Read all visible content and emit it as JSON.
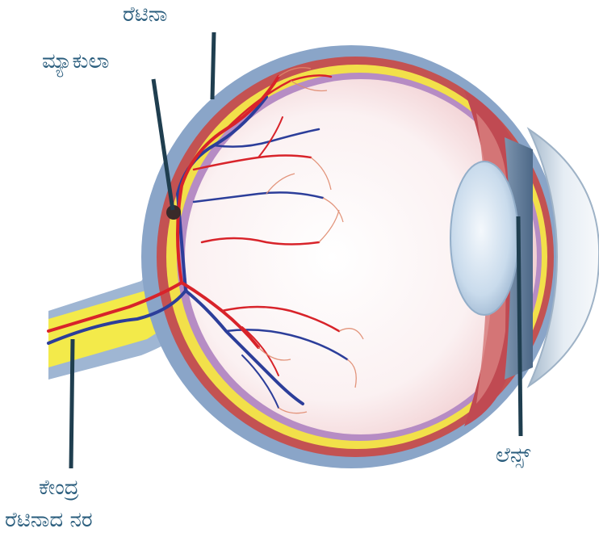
{
  "diagram": {
    "labels": {
      "retina": "ರೆಟಿನಾ",
      "macula": "ಮ್ಯಾಕುಲಾ",
      "lens": "ಲೆನ್ಸ್",
      "central_retinal_nerve_line1": "ಕೇಂದ್ರ",
      "central_retinal_nerve_line2": "ರೆಟಿನಾದ ನರ"
    },
    "colors": {
      "label_text": "#2a5d7d",
      "pointer_line": "#1f3e4f",
      "sclera": "#8aa5c8",
      "choroid": "#c35252",
      "retina_layer": "#f2e04a",
      "artery": "#d8232a",
      "vein": "#2c3e9a",
      "optic_nerve_sheath": "#f3ea4a",
      "cornea": "#d9e4ee",
      "lens": "#bfd3e8"
    }
  }
}
